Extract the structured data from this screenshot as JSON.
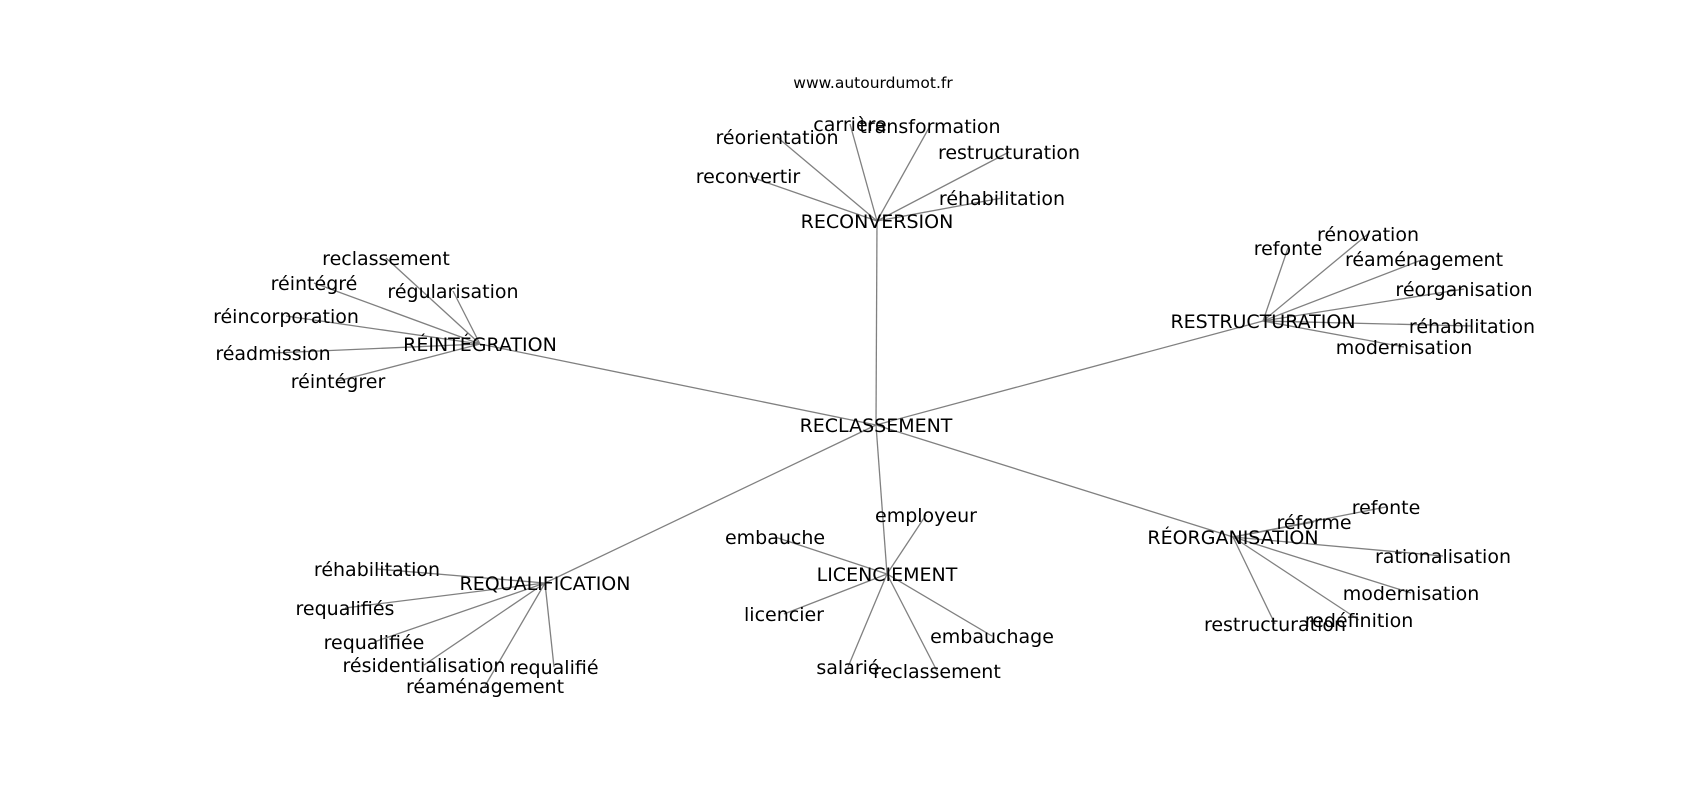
{
  "watermark": "www.autourdumot.fr",
  "graph": {
    "root": "RECLASSEMENT",
    "clusters": [
      {
        "hub": "RECONVERSION",
        "leaves": [
          "carrière",
          "transformation",
          "réorientation",
          "restructuration",
          "reconvertir",
          "réhabilitation"
        ]
      },
      {
        "hub": "RÉINTÉGRATION",
        "leaves": [
          "reclassement",
          "réintégré",
          "régularisation",
          "réincorporation",
          "réadmission",
          "réintégrer"
        ]
      },
      {
        "hub": "RESTRUCTURATION",
        "leaves": [
          "refonte",
          "rénovation",
          "réaménagement",
          "réorganisation",
          "réhabilitation",
          "modernisation"
        ]
      },
      {
        "hub": "REQUALIFICATION",
        "leaves": [
          "réhabilitation",
          "requalifiés",
          "requalifiée",
          "résidentialisation",
          "requalifié",
          "réaménagement"
        ]
      },
      {
        "hub": "LICENCIEMENT",
        "leaves": [
          "employeur",
          "embauche",
          "licencier",
          "embauchage",
          "salarié",
          "reclassement"
        ]
      },
      {
        "hub": "RÉORGANISATION",
        "leaves": [
          "refonte",
          "réforme",
          "rationalisation",
          "modernisation",
          "redéfinition",
          "restructuration"
        ]
      }
    ]
  }
}
